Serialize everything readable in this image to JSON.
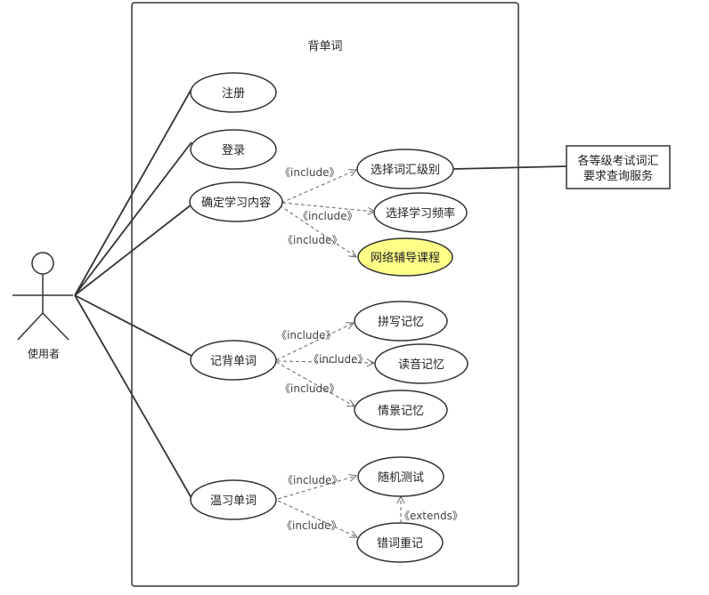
{
  "diagram": {
    "system_title": "背单词",
    "actor": {
      "label": "使用者"
    },
    "use_cases": {
      "register": "注册",
      "login": "登录",
      "determine_content": "确定学习内容",
      "choose_level": "选择词汇级别",
      "choose_frequency": "选择学习频率",
      "online_course": "网络辅导课程",
      "memorize": "记背单词",
      "spelling": "拼写记忆",
      "pronunciation": "读音记忆",
      "scenario": "情景记忆",
      "review": "温习单词",
      "random_test": "随机测试",
      "wrong_review": "错词重记"
    },
    "external_service": {
      "line1": "各等级考试词汇",
      "line2": "要求查询服务"
    },
    "labels": {
      "include": "《include》",
      "extends": "《extends》"
    },
    "colors": {
      "highlight_fill": "#ffff88",
      "line": "#333333",
      "dashed": "#666666"
    }
  }
}
